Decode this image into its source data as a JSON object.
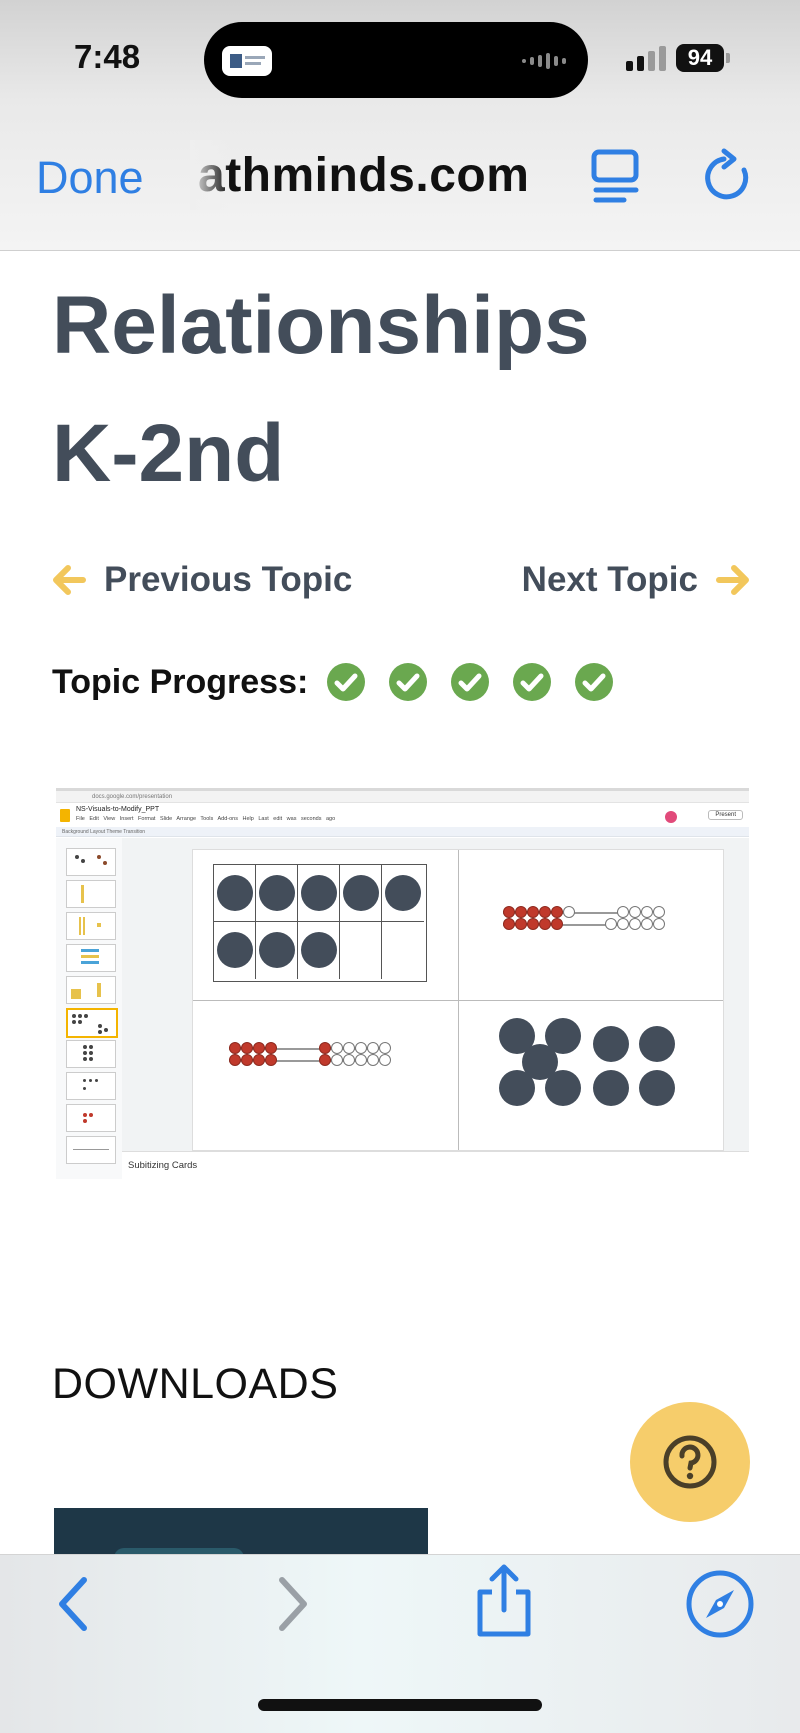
{
  "status_bar": {
    "time": "7:48",
    "battery": "94"
  },
  "browser": {
    "done_label": "Done",
    "url": "athminds.com"
  },
  "page": {
    "title_line1": "Relationships",
    "title_line2": "K-2nd",
    "previous_topic": "Previous Topic",
    "next_topic": "Next Topic",
    "topic_progress_label": "Topic Progress:",
    "topic_progress_completed": 5,
    "downloads_heading": "DOWNLOADS"
  },
  "embedded_slides": {
    "doc_title": "NS-Visuals-to-Modify_PPT",
    "menus": "File Edit View Insert Format Slide Arrange Tools Add-ons Help Last edit was seconds ago",
    "toolbar": "Background Layout Theme Transition",
    "present_label": "Present",
    "notes_text": "Subitizing Cards"
  },
  "colors": {
    "accent_blue": "#2f7fe3",
    "heading": "#434d5a",
    "check_green": "#6aa84f",
    "arrow_yellow": "#f2c75c",
    "help_button": "#f6cd6b",
    "dot": "#434d5a",
    "bead_red": "#c0392b"
  },
  "icons": {
    "reader": "reader-mode-icon",
    "reload": "reload-icon",
    "back": "chevron-left-icon",
    "forward": "chevron-right-icon",
    "share": "share-icon",
    "compass": "compass-icon",
    "help": "question-mark-icon"
  }
}
